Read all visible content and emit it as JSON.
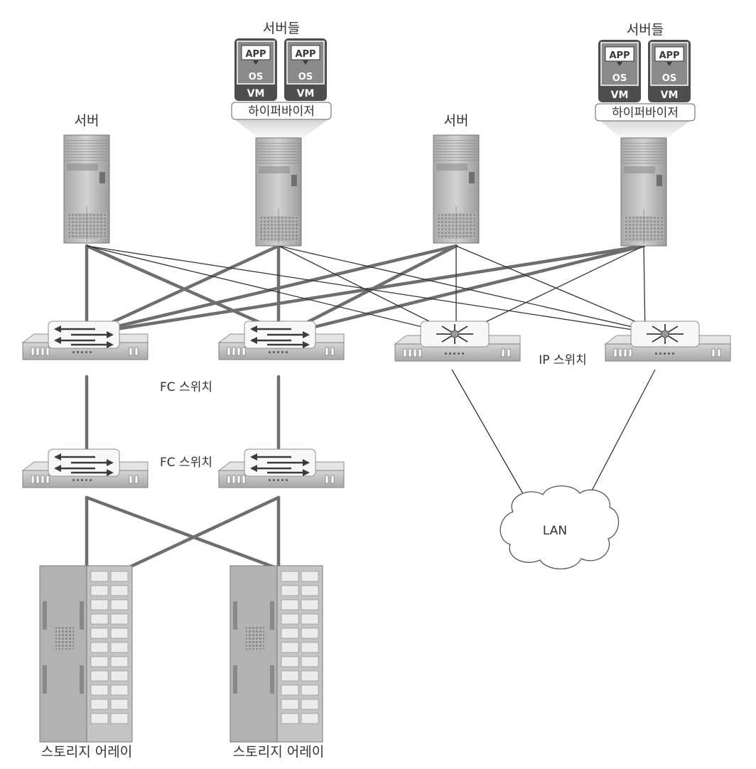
{
  "labels": {
    "servers_1": "서버들",
    "servers_2": "서버들",
    "server_1": "서버",
    "server_2": "서버",
    "hypervisor_1": "하이퍼바이저",
    "hypervisor_2": "하이퍼바이저",
    "fc_switch_1": "FC 스위치",
    "fc_switch_2": "FC 스위치",
    "ip_switch": "IP 스위치",
    "lan": "LAN",
    "storage_1": "스토리지 어레이",
    "storage_2": "스토리지 어레이"
  },
  "vm_icons": {
    "app": "APP",
    "os": "OS",
    "vm": "VM"
  },
  "colors": {
    "fc_link": "#6e6e6e",
    "ip_link": "#333333",
    "device_body": "#c9c9c9",
    "device_dark": "#8a8a8a",
    "vm_frame": "#555555"
  }
}
